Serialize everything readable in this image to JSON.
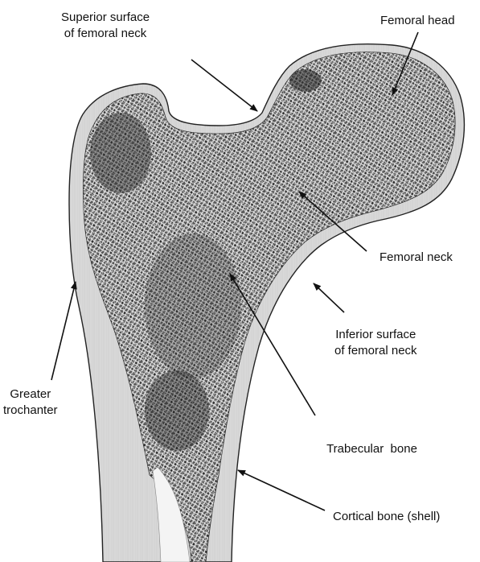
{
  "labels": {
    "superior_surface": {
      "line1": "Superior surface",
      "line2": "of femoral neck"
    },
    "femoral_head": "Femoral head",
    "femoral_neck": "Femoral neck",
    "inferior_surface": {
      "line1": "Inferior surface",
      "line2": "of femoral neck"
    },
    "greater_trochanter": {
      "line1": "Greater",
      "line2": "trochanter"
    },
    "trabecular_bone": "Trabecular  bone",
    "cortical_bone": "Cortical bone (shell)"
  },
  "colors": {
    "background": "#ffffff",
    "trabecular_fill": "#5a5a5a",
    "trabecular_texture": "#e8e8e8",
    "cortical_fill": "#dcdcdc",
    "outline": "#222222",
    "marrow": "#f4f4f4",
    "arrow": "#111111"
  }
}
